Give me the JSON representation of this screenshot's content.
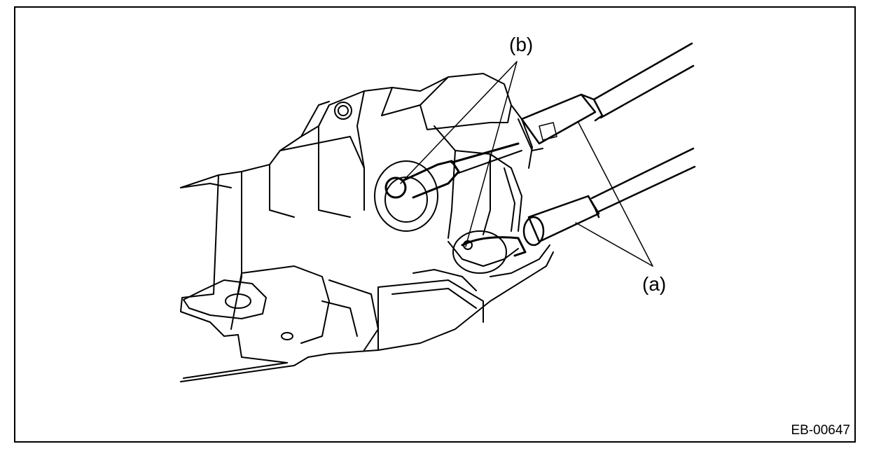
{
  "labels": {
    "callout_b": "(b)",
    "callout_a": "(a)"
  },
  "figure_code": "EB-00647",
  "colors": {
    "line": "#000000",
    "background": "#ffffff"
  }
}
